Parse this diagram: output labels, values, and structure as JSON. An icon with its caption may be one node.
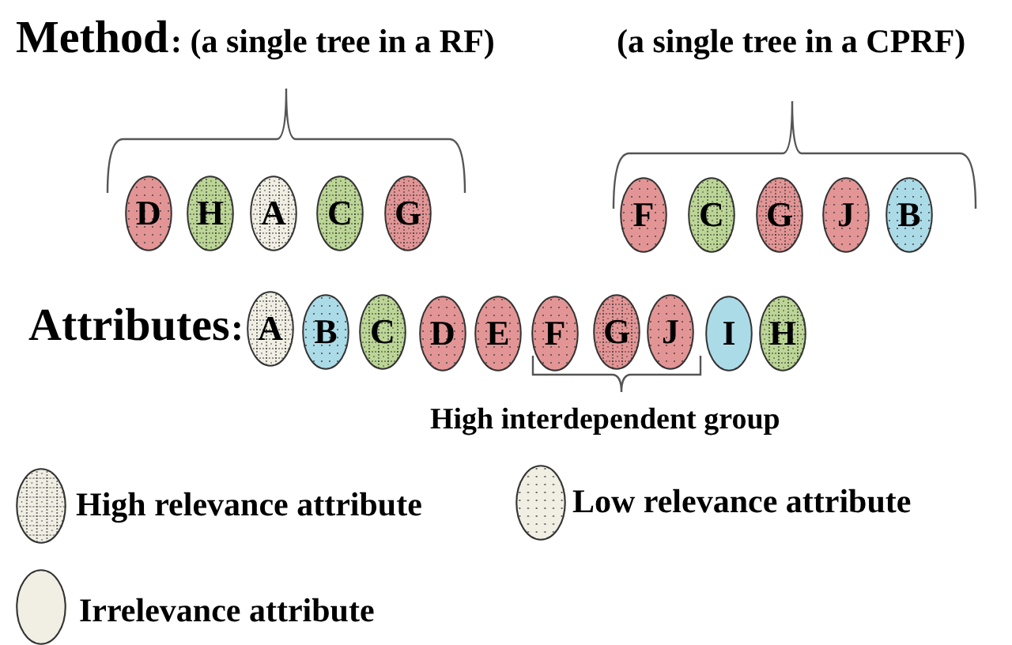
{
  "diagram": {
    "nodes": [
      {
        "text": [
          "D"
        ]
      },
      {
        "text": [
          "H"
        ]
      },
      {
        "text": [
          "A"
        ]
      },
      {
        "text": [
          "C"
        ]
      },
      {
        "text": [
          "G"
        ]
      },
      {
        "text": [
          "F"
        ]
      },
      {
        "text": [
          "C"
        ]
      },
      {
        "text": [
          "G"
        ]
      },
      {
        "text": [
          "J"
        ]
      },
      {
        "text": [
          "B"
        ]
      },
      {
        "text": [
          "A"
        ]
      },
      {
        "text": [
          "B"
        ]
      },
      {
        "text": [
          "C"
        ]
      },
      {
        "text": [
          "D"
        ]
      },
      {
        "text": [
          "E"
        ]
      },
      {
        "text": [
          "F"
        ]
      },
      {
        "text": [
          "G"
        ]
      },
      {
        "text": [
          "J"
        ]
      },
      {
        "text": [
          "I"
        ]
      },
      {
        "text": [
          "H"
        ]
      }
    ],
    "labels": [
      "Method",
      ": (a single tree in a RF)",
      "(a single tree in a CPRF)",
      "Attributes",
      ":",
      "High interdependent group"
    ],
    "legend": [
      {
        "text": "High relevance attribute"
      },
      {
        "text": "Low relevance attribute"
      },
      {
        "text": "Irrelevance attribute"
      }
    ]
  }
}
